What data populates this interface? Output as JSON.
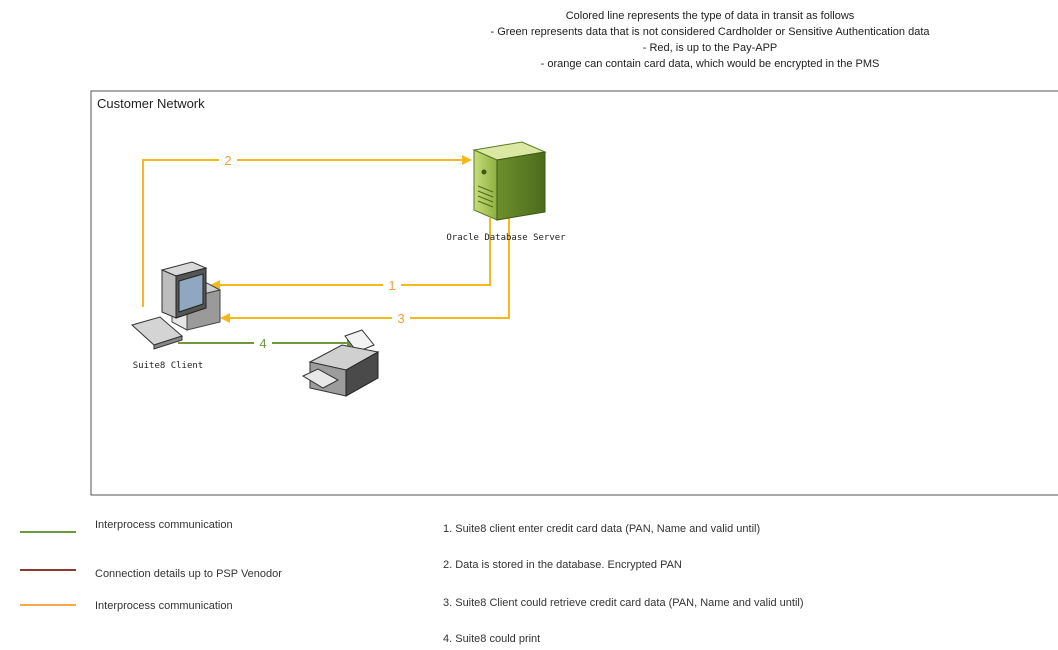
{
  "header": {
    "lines": [
      "Colored line represents the type of data in transit as follows",
      "- Green represents data that is not considered Cardholder or Sensitive Authentication data",
      "- Red, is up to the Pay-APP",
      "- orange can contain card data, which would be encrypted in the PMS"
    ]
  },
  "network": {
    "title": "Customer Network"
  },
  "nodes": {
    "server_label": "Oracle Database Server",
    "client_label": "Suite8 Client"
  },
  "connections": {
    "c1": "1",
    "c2": "2",
    "c3": "3",
    "c4": "4"
  },
  "colors": {
    "orange": "#f5b81e",
    "green": "#6e9a3c",
    "red": "#8b3a2e",
    "legend_orange": "#f7a94a"
  },
  "legend": [
    {
      "label": "Interprocess communication",
      "color": "#6e9a3c"
    },
    {
      "label": "Connection details up to  PSP Venodor",
      "color": "#8b3a2e"
    },
    {
      "label": "Interprocess communication",
      "color": "#f7a94a"
    }
  ],
  "notes": [
    "1. Suite8 client enter credit card data (PAN, Name and valid until)",
    "2. Data is stored in the database. Encrypted PAN",
    "3. Suite8 Client could retrieve credit card data (PAN, Name and valid until)",
    "4. Suite8 could print"
  ]
}
